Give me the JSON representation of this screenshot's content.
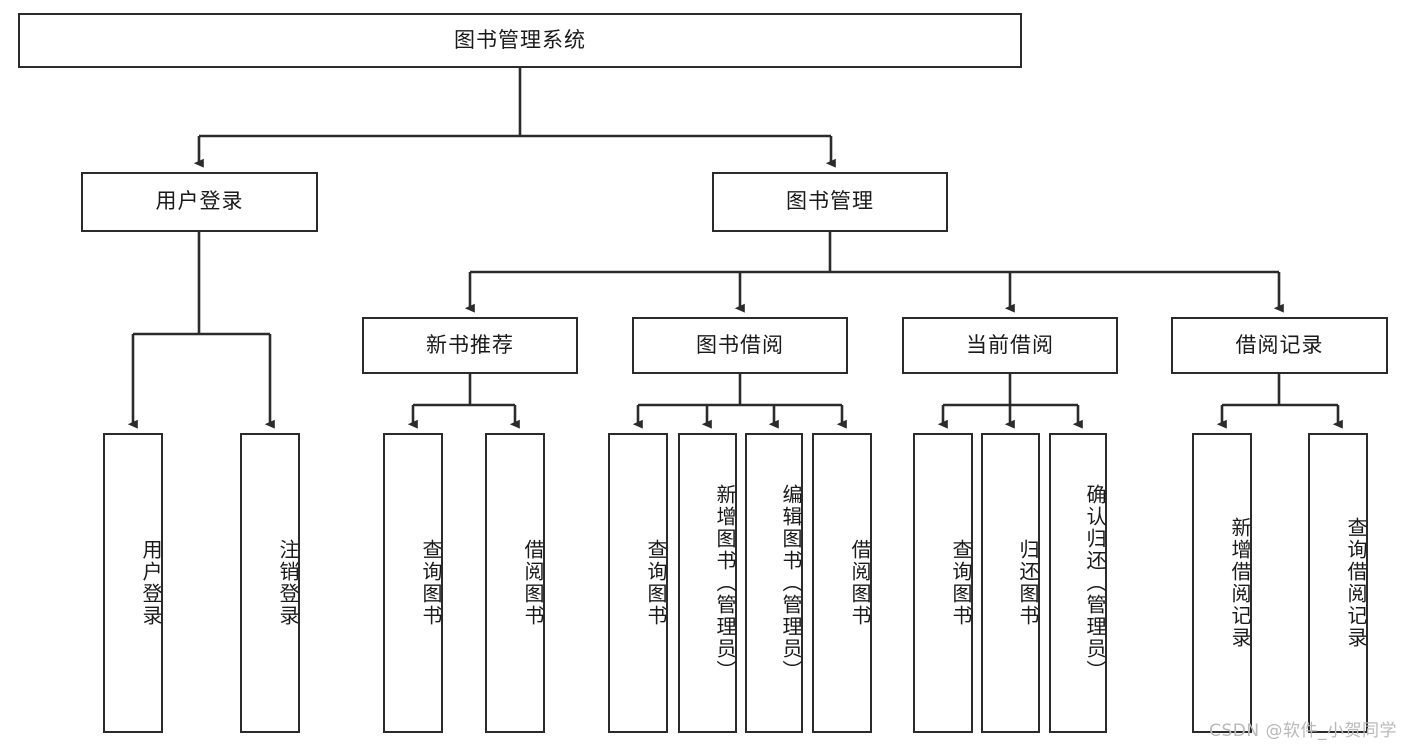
{
  "diagram": {
    "type": "tree-hierarchy",
    "title": "图书管理系统",
    "orientation": "top-down",
    "colors": {
      "box_border": "#2b2b2b",
      "box_fill": "#ffffff",
      "connector": "#2b2b2b",
      "text": "#1a1a1a",
      "watermark": "#b9b9b9",
      "background": "#ffffff"
    },
    "watermark": "CSDN @软件_小贺同学",
    "levels": [
      {
        "level": 1,
        "nodes": [
          {
            "id": "root",
            "label": "图书管理系统",
            "orientation": "horizontal"
          }
        ]
      },
      {
        "level": 2,
        "nodes": [
          {
            "id": "login",
            "label": "用户登录",
            "orientation": "horizontal",
            "parent": "root"
          },
          {
            "id": "bookmgmt",
            "label": "图书管理",
            "orientation": "horizontal",
            "parent": "root"
          }
        ]
      },
      {
        "level": 3,
        "nodes": [
          {
            "id": "newbook",
            "label": "新书推荐",
            "orientation": "horizontal",
            "parent": "bookmgmt"
          },
          {
            "id": "borrow",
            "label": "图书借阅",
            "orientation": "horizontal",
            "parent": "bookmgmt"
          },
          {
            "id": "current",
            "label": "当前借阅",
            "orientation": "horizontal",
            "parent": "bookmgmt"
          },
          {
            "id": "records",
            "label": "借阅记录",
            "orientation": "horizontal",
            "parent": "bookmgmt"
          }
        ]
      },
      {
        "level": 4,
        "nodes": [
          {
            "id": "leaf-1",
            "label": "用户登录",
            "orientation": "vertical",
            "parent": "login"
          },
          {
            "id": "leaf-2",
            "label": "注销登录",
            "orientation": "vertical",
            "parent": "login"
          },
          {
            "id": "leaf-3",
            "label": "查询图书",
            "orientation": "vertical",
            "parent": "newbook"
          },
          {
            "id": "leaf-4",
            "label": "借阅图书",
            "orientation": "vertical",
            "parent": "newbook"
          },
          {
            "id": "leaf-5",
            "label": "查询图书",
            "orientation": "vertical",
            "parent": "borrow"
          },
          {
            "id": "leaf-6",
            "label": "新增图书（管理员）",
            "orientation": "vertical",
            "parent": "borrow"
          },
          {
            "id": "leaf-7",
            "label": "编辑图书（管理员）",
            "orientation": "vertical",
            "parent": "borrow"
          },
          {
            "id": "leaf-8",
            "label": "借阅图书",
            "orientation": "vertical",
            "parent": "borrow"
          },
          {
            "id": "leaf-9",
            "label": "查询图书",
            "orientation": "vertical",
            "parent": "current"
          },
          {
            "id": "leaf-10",
            "label": "归还图书",
            "orientation": "vertical",
            "parent": "current"
          },
          {
            "id": "leaf-11",
            "label": "确认归还（管理员）",
            "orientation": "vertical",
            "parent": "current"
          },
          {
            "id": "leaf-12",
            "label": "新增借阅记录",
            "orientation": "vertical",
            "parent": "records"
          },
          {
            "id": "leaf-13",
            "label": "查询借阅记录",
            "orientation": "vertical",
            "parent": "records"
          }
        ]
      }
    ]
  }
}
